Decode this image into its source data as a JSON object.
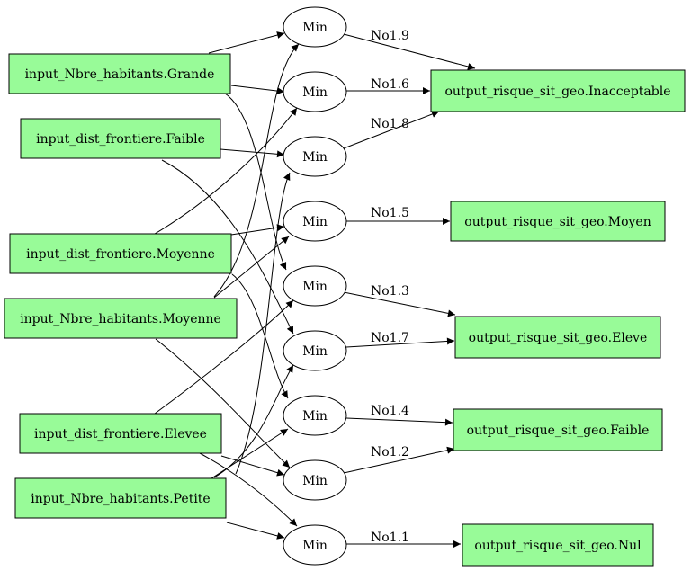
{
  "diagram": {
    "inputs": [
      {
        "id": "in_hab_grande",
        "label": "input_Nbre_habitants.Grande"
      },
      {
        "id": "in_dist_faible",
        "label": "input_dist_frontiere.Faible"
      },
      {
        "id": "in_dist_moyenne",
        "label": "input_dist_frontiere.Moyenne"
      },
      {
        "id": "in_hab_moyenne",
        "label": "input_Nbre_habitants.Moyenne"
      },
      {
        "id": "in_dist_elevee",
        "label": "input_dist_frontiere.Elevee"
      },
      {
        "id": "in_hab_petite",
        "label": "input_Nbre_habitants.Petite"
      }
    ],
    "rules": [
      {
        "id": "r19",
        "label": "Min",
        "rule": "No1.9",
        "output": "out_inacceptable"
      },
      {
        "id": "r16",
        "label": "Min",
        "rule": "No1.6",
        "output": "out_inacceptable"
      },
      {
        "id": "r18",
        "label": "Min",
        "rule": "No1.8",
        "output": "out_inacceptable"
      },
      {
        "id": "r15",
        "label": "Min",
        "rule": "No1.5",
        "output": "out_moyen"
      },
      {
        "id": "r13",
        "label": "Min",
        "rule": "No1.3",
        "output": "out_eleve"
      },
      {
        "id": "r17",
        "label": "Min",
        "rule": "No1.7",
        "output": "out_eleve"
      },
      {
        "id": "r14",
        "label": "Min",
        "rule": "No1.4",
        "output": "out_faible"
      },
      {
        "id": "r12",
        "label": "Min",
        "rule": "No1.2",
        "output": "out_faible"
      },
      {
        "id": "r11",
        "label": "Min",
        "rule": "No1.1",
        "output": "out_nul"
      }
    ],
    "outputs": [
      {
        "id": "out_inacceptable",
        "label": "output_risque_sit_geo.Inacceptable"
      },
      {
        "id": "out_moyen",
        "label": "output_risque_sit_geo.Moyen"
      },
      {
        "id": "out_eleve",
        "label": "output_risque_sit_geo.Eleve"
      },
      {
        "id": "out_faible",
        "label": "output_risque_sit_geo.Faible"
      },
      {
        "id": "out_nul",
        "label": "output_risque_sit_geo.Nul"
      }
    ],
    "input_edges": [
      {
        "from": "in_hab_grande",
        "to": "r19"
      },
      {
        "from": "in_hab_grande",
        "to": "r16"
      },
      {
        "from": "in_hab_grande",
        "to": "r13"
      },
      {
        "from": "in_dist_faible",
        "to": "r18"
      },
      {
        "from": "in_dist_faible",
        "to": "r17"
      },
      {
        "from": "in_dist_moyenne",
        "to": "r16"
      },
      {
        "from": "in_dist_moyenne",
        "to": "r15"
      },
      {
        "from": "in_dist_moyenne",
        "to": "r14"
      },
      {
        "from": "in_hab_moyenne",
        "to": "r15"
      },
      {
        "from": "in_hab_moyenne",
        "to": "r12"
      },
      {
        "from": "in_hab_moyenne",
        "to": "r19"
      },
      {
        "from": "in_dist_elevee",
        "to": "r13"
      },
      {
        "from": "in_dist_elevee",
        "to": "r12"
      },
      {
        "from": "in_dist_elevee",
        "to": "r11"
      },
      {
        "from": "in_hab_petite",
        "to": "r17"
      },
      {
        "from": "in_hab_petite",
        "to": "r14"
      },
      {
        "from": "in_hab_petite",
        "to": "r11"
      },
      {
        "from": "in_hab_petite",
        "to": "r18"
      }
    ]
  }
}
